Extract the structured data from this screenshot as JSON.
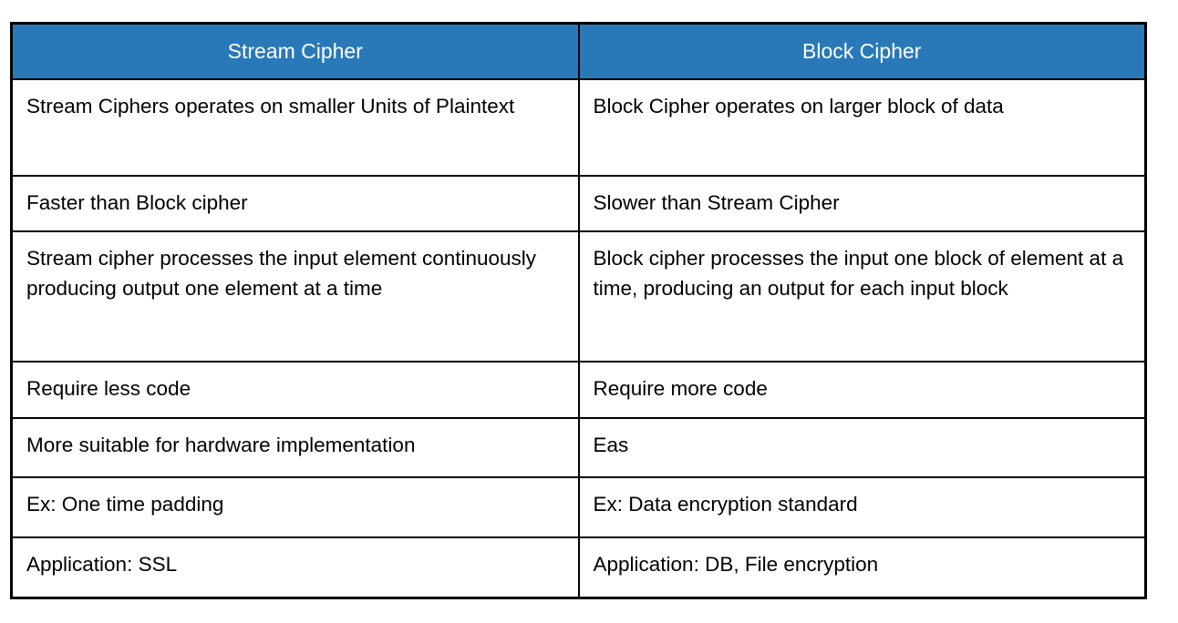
{
  "colors": {
    "header_bg": "#2979b9",
    "header_text": "#ffffff",
    "body_text": "#000000",
    "border": "#000000",
    "page_bg": "#ffffff"
  },
  "table": {
    "headers": [
      "Stream Cipher",
      "Block Cipher"
    ],
    "rows": [
      [
        "Stream Ciphers operates on smaller Units of Plaintext",
        "Block Cipher operates on larger block of data"
      ],
      [
        "Faster than Block cipher",
        "Slower than Stream Cipher"
      ],
      [
        "Stream cipher processes the input element continuously producing output one element at a time",
        "Block cipher processes the input one block of element at a time, producing an output for each input block"
      ],
      [
        "Require less code",
        "Require more code"
      ],
      [
        "More suitable for hardware implementation",
        "Eas"
      ],
      [
        "Ex: One time padding",
        "Ex: Data encryption standard"
      ],
      [
        "Application: SSL",
        "Application: DB, File encryption"
      ]
    ]
  }
}
